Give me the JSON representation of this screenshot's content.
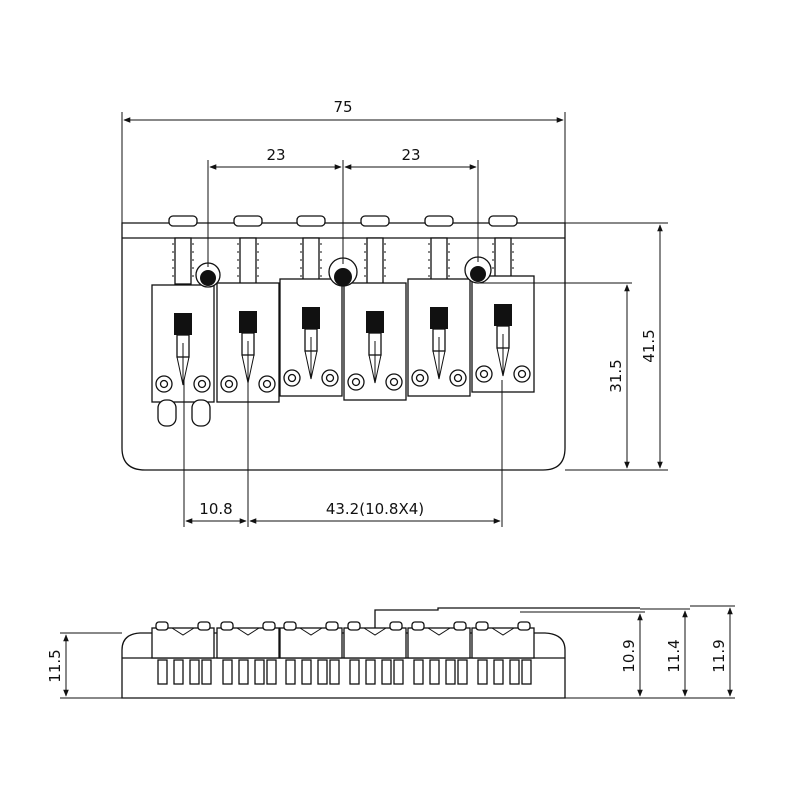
{
  "dimensions": {
    "overall_width": "75",
    "pitch_left": "23",
    "pitch_right": "23",
    "height_top": "41.5",
    "height_inner": "31.5",
    "spacing_single": "10.8",
    "spacing_total": "43.2(10.8X4)",
    "side_height_left": "11.5",
    "side_height_1": "10.9",
    "side_height_2": "11.4",
    "side_height_3": "11.9"
  },
  "colors": {
    "line": "#111111",
    "background": "#ffffff"
  }
}
